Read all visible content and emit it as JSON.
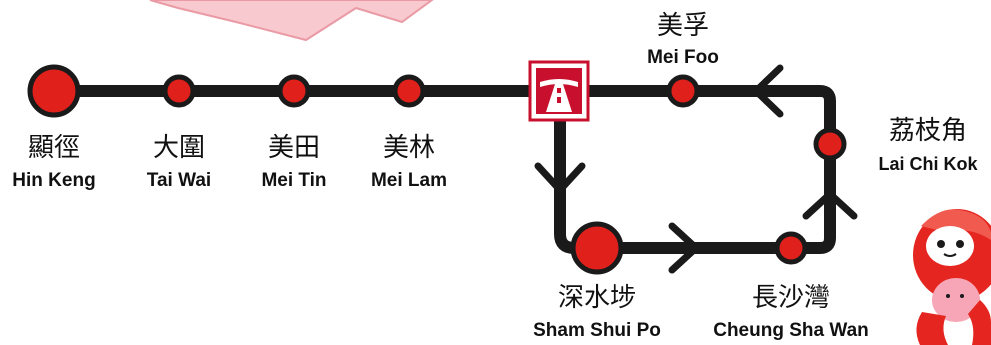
{
  "colors": {
    "route_line": "#1a1a1a",
    "station_fill": "#e0201b",
    "station_ring": "#1a1a1a",
    "banner_fill": "#f8c9cf",
    "banner_stroke": "#ea9aa5",
    "highway_icon": "#c8102e",
    "mascot_body": "#e52620",
    "mascot_belly": "#f6a6b6"
  },
  "icons": {
    "junction": "highway-icon",
    "mascot": "mascot-icon",
    "direction": "arrow-chevron-icon"
  },
  "stations": [
    {
      "id": "hin-keng",
      "name_zh": "顯徑",
      "name_en": "Hin Keng",
      "major": true
    },
    {
      "id": "tai-wai",
      "name_zh": "大圍",
      "name_en": "Tai Wai",
      "major": false
    },
    {
      "id": "mei-tin",
      "name_zh": "美田",
      "name_en": "Mei Tin",
      "major": false
    },
    {
      "id": "mei-lam",
      "name_zh": "美林",
      "name_en": "Mei Lam",
      "major": false
    },
    {
      "id": "mei-foo",
      "name_zh": "美孚",
      "name_en": "Mei Foo",
      "major": false
    },
    {
      "id": "lai-chi-kok",
      "name_zh": "荔枝角",
      "name_en": "Lai Chi Kok",
      "major": false
    },
    {
      "id": "cheung-sha-wan",
      "name_zh": "長沙灣",
      "name_en": "Cheung Sha Wan",
      "major": false
    },
    {
      "id": "sham-shui-po",
      "name_zh": "深水埗",
      "name_en": "Sham Shui Po",
      "major": true
    }
  ]
}
